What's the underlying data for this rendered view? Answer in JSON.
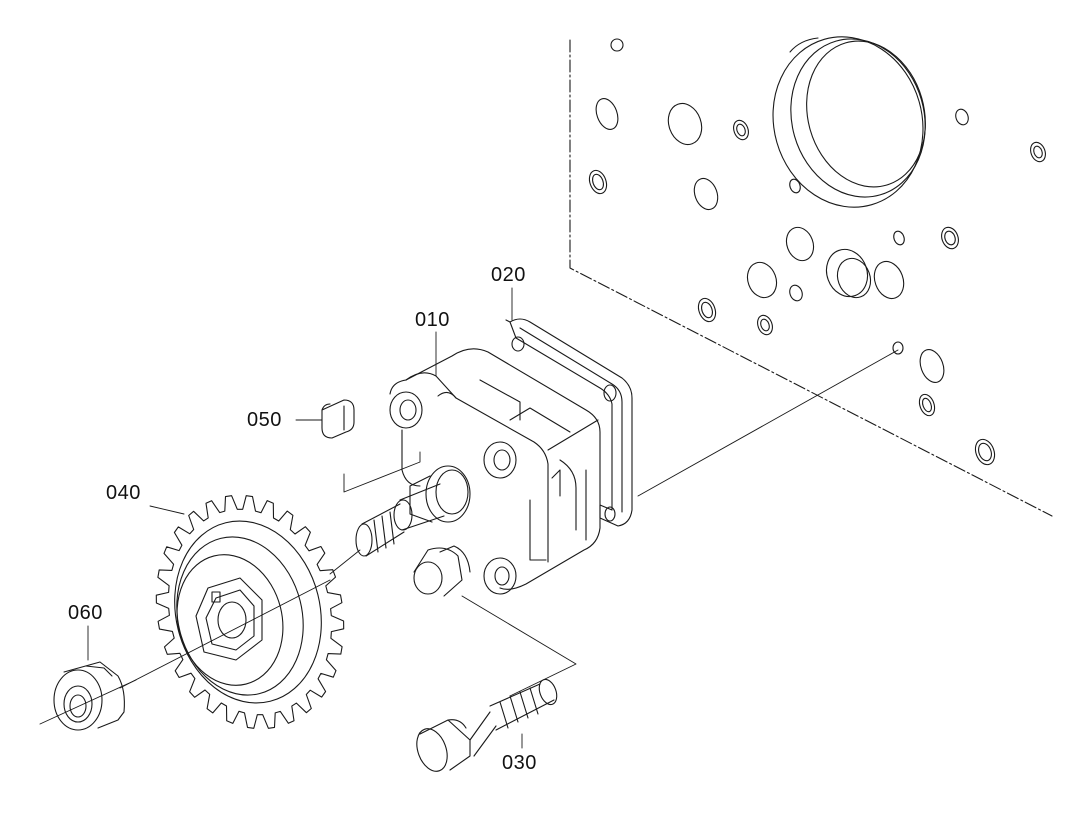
{
  "parts": [
    {
      "id": "p010",
      "number": "010"
    },
    {
      "id": "p020",
      "number": "020"
    },
    {
      "id": "p030",
      "number": "030"
    },
    {
      "id": "p040",
      "number": "040"
    },
    {
      "id": "p050",
      "number": "050"
    },
    {
      "id": "p060",
      "number": "060"
    }
  ],
  "colors": {
    "line": "#1a1a1a",
    "background": "#ffffff"
  }
}
